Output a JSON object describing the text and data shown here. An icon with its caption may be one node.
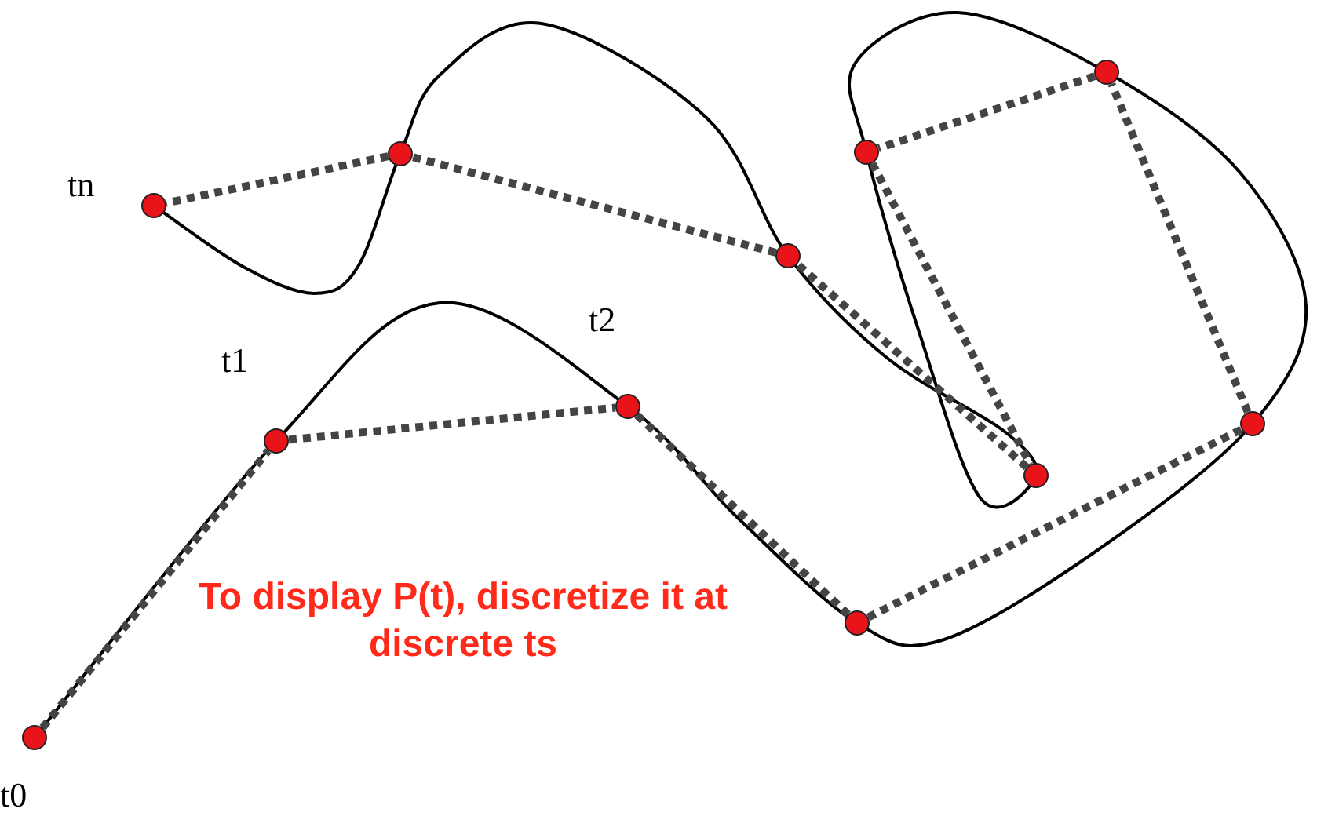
{
  "diagram": {
    "nodes": [
      {
        "text": [],
        "shape": "circle",
        "beside": [
          "t0"
        ]
      },
      {
        "text": [],
        "shape": "circle",
        "beside": [
          "tn"
        ]
      },
      {
        "text": [],
        "shape": "circle",
        "beside": [
          "t1"
        ]
      },
      {
        "text": [],
        "shape": "circle"
      },
      {
        "text": [],
        "shape": "circle",
        "beside": [
          "t2"
        ]
      },
      {
        "text": [],
        "shape": "circle"
      },
      {
        "text": [],
        "shape": "circle"
      },
      {
        "text": [],
        "shape": "circle"
      },
      {
        "text": [],
        "shape": "circle"
      },
      {
        "text": [],
        "shape": "circle"
      },
      {
        "text": [],
        "shape": "circle"
      }
    ],
    "edges": [
      {
        "from": 0,
        "to": 2,
        "arrow": "none",
        "style": "dashed"
      },
      {
        "from": 2,
        "to": 4,
        "arrow": "none",
        "style": "dashed"
      },
      {
        "from": 4,
        "to": 6,
        "arrow": "none",
        "style": "dashed"
      },
      {
        "from": 6,
        "to": 10,
        "arrow": "none",
        "style": "dashed"
      },
      {
        "from": 10,
        "to": 9,
        "arrow": "none",
        "style": "dashed"
      },
      {
        "from": 9,
        "to": 7,
        "arrow": "none",
        "style": "dashed"
      },
      {
        "from": 7,
        "to": 8,
        "arrow": "none",
        "style": "dashed"
      },
      {
        "from": 8,
        "to": 5,
        "arrow": "none",
        "style": "dashed"
      },
      {
        "from": 5,
        "to": 3,
        "arrow": "none",
        "style": "dashed"
      },
      {
        "from": 3,
        "to": 1,
        "arrow": "none",
        "style": "dashed"
      }
    ],
    "labels": [
      "To display P(t), discretize it at discrete ts"
    ]
  }
}
